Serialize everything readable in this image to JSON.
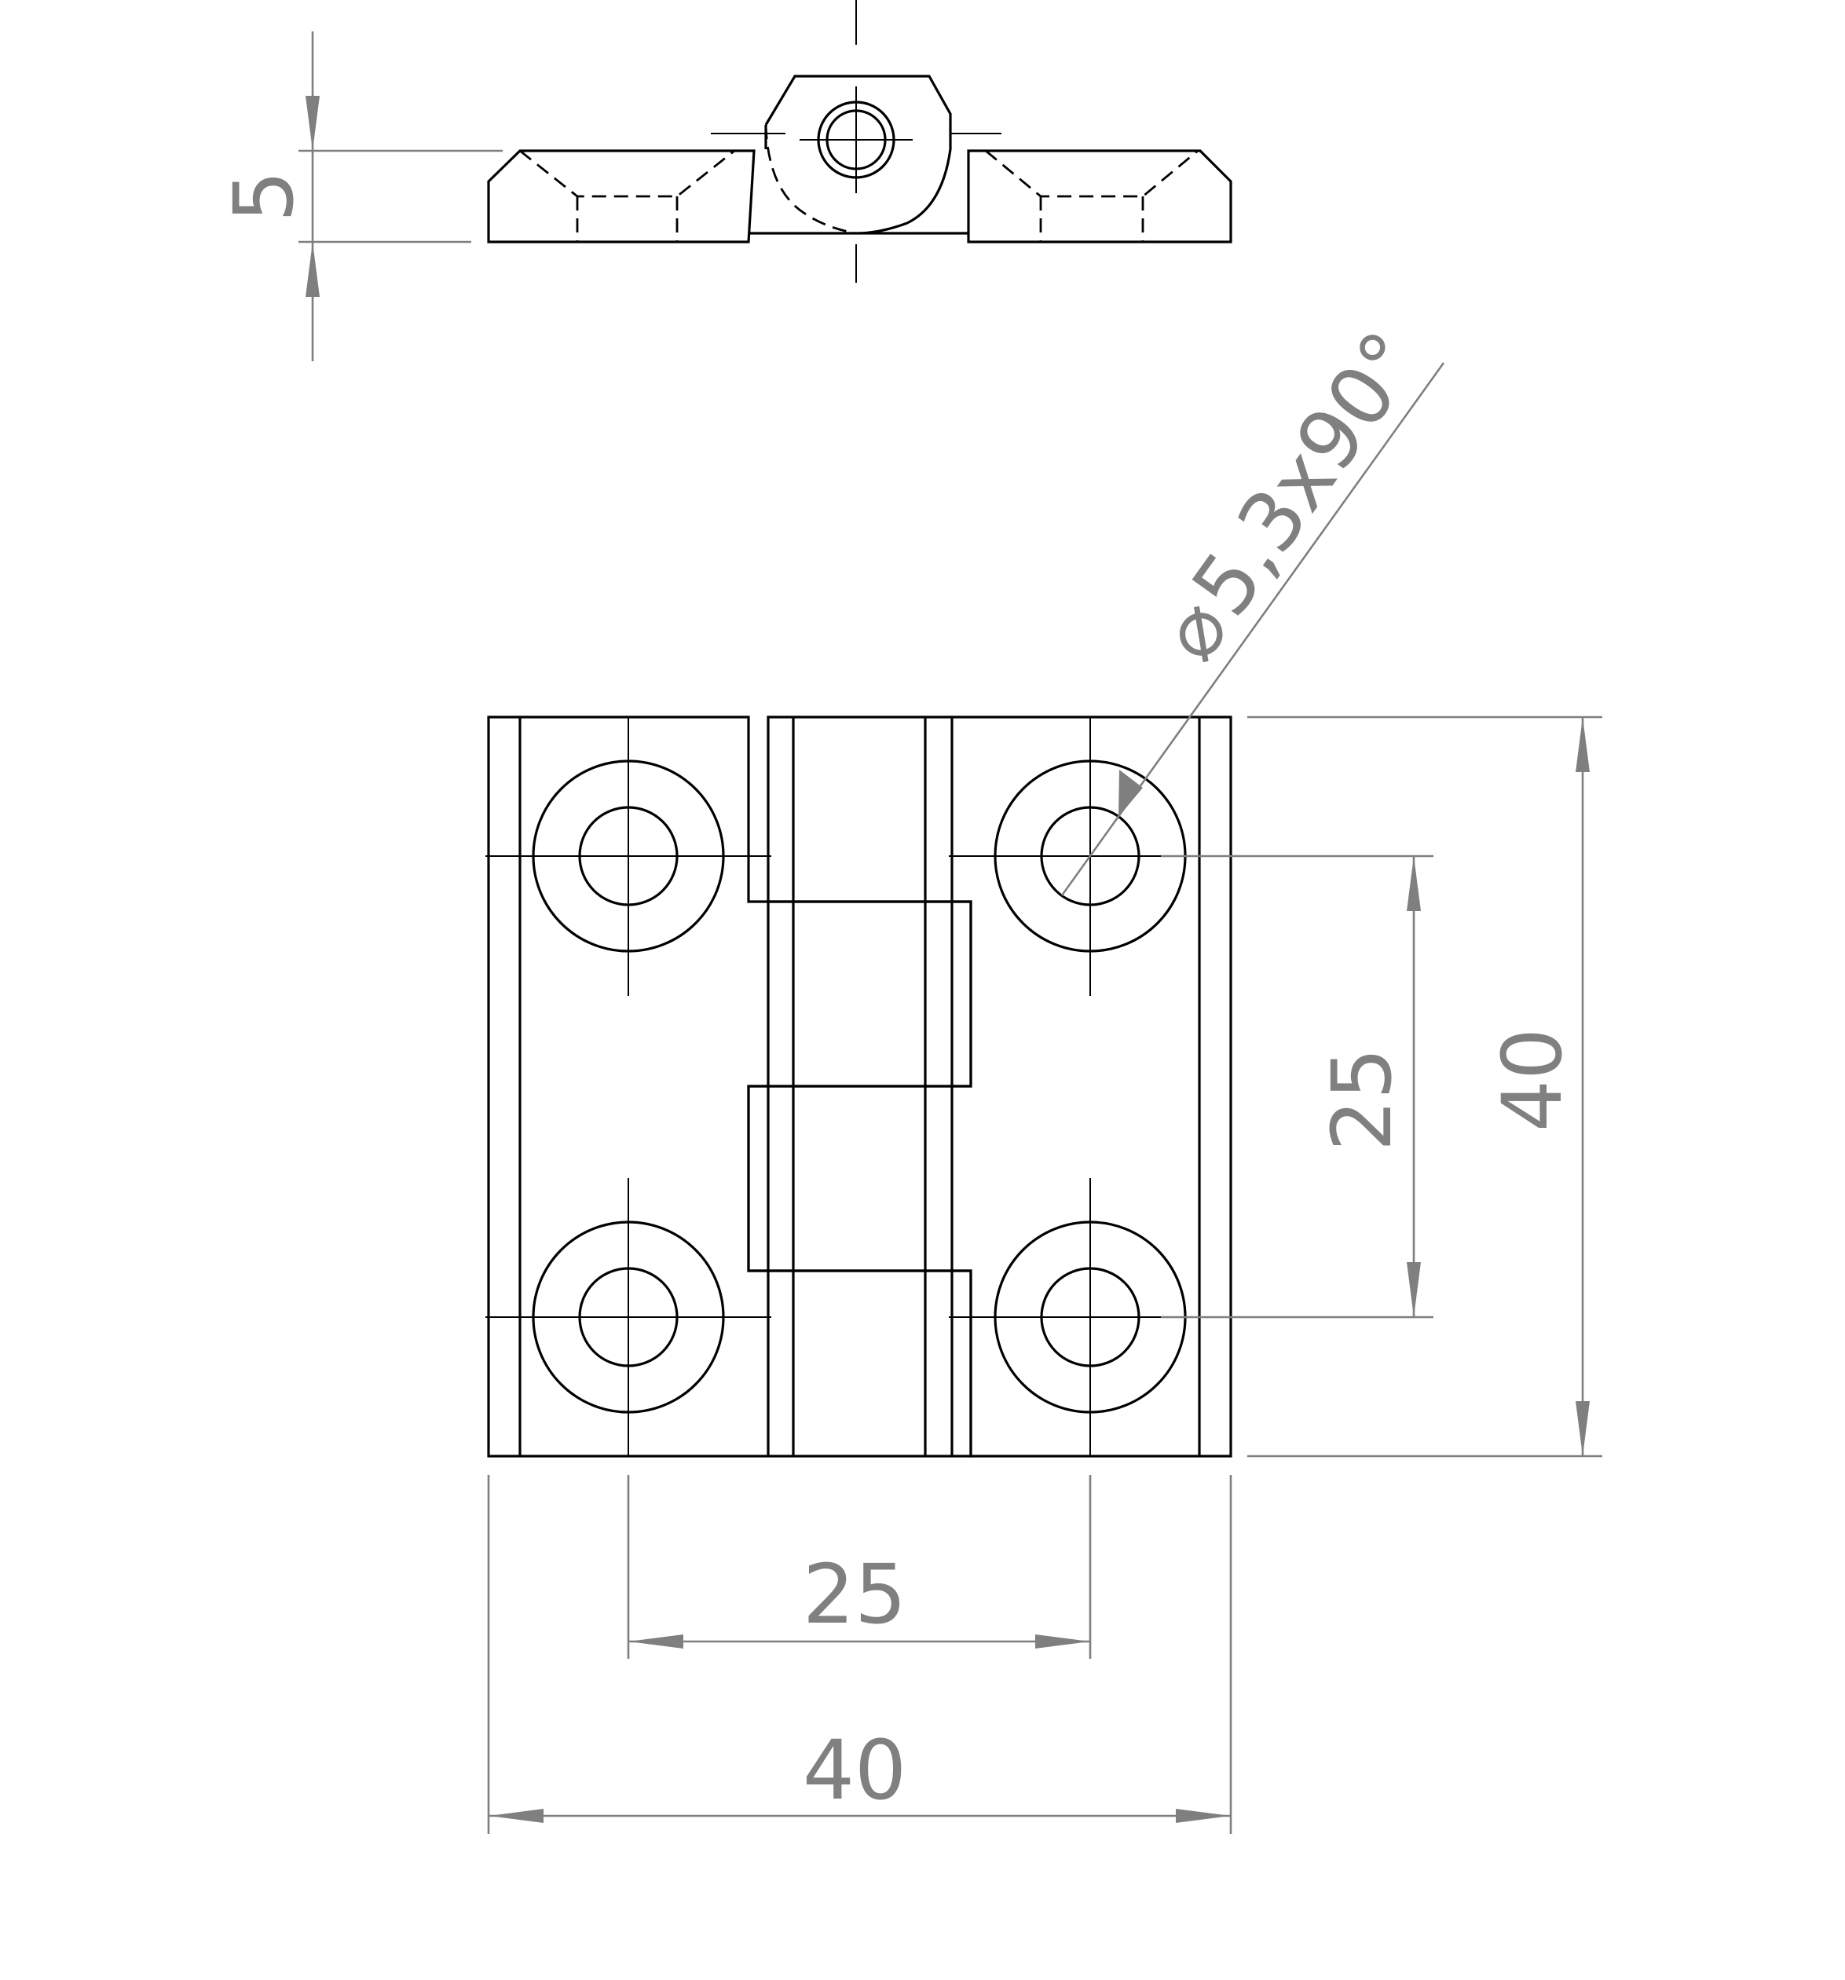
{
  "drawing": {
    "line_color": "#000000",
    "dimension_color": "#808080",
    "background": "#ffffff"
  },
  "dimensions": {
    "thickness": "5",
    "hole_spacing_vertical": "25",
    "overall_height": "40",
    "hole_spacing_horizontal": "25",
    "overall_width": "40",
    "hole_callout_symbol": "⌀",
    "hole_callout": "5,3x90°"
  }
}
